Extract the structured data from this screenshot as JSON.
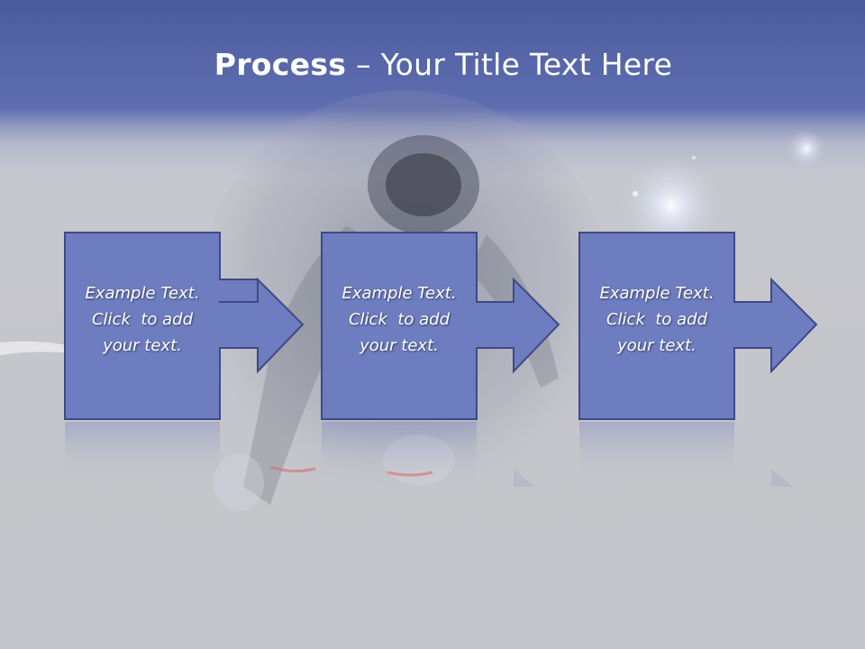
{
  "slide": {
    "title_bold": "Process",
    "title_rest": " – Your Title Text Here",
    "steps": [
      {
        "line1": "Example Text.",
        "line2": "Click  to add",
        "line3": "your text."
      },
      {
        "line1": "Example Text.",
        "line2": "Click  to add",
        "line3": "your text."
      },
      {
        "line1": "Example Text.",
        "line2": "Click  to add",
        "line3": "your text."
      }
    ]
  },
  "colors": {
    "header": "#5565a8",
    "box_fill": "#6e7dc0",
    "box_stroke": "#3e4a86",
    "background": "#c4c5ca",
    "text": "#ffffff"
  }
}
